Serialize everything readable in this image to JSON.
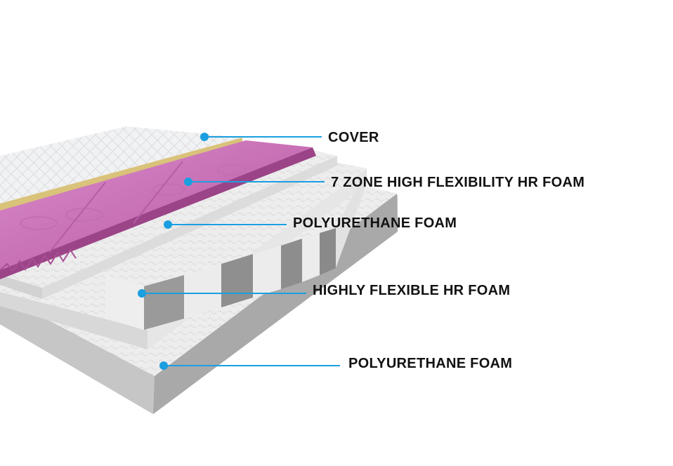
{
  "accent_color": "#1a9fe0",
  "callouts": [
    {
      "id": "cover",
      "label": "COVER"
    },
    {
      "id": "zone-foam",
      "label": "7 ZONE HIGH FLEXIBILITY HR FOAM"
    },
    {
      "id": "poly-foam-top",
      "label": "POLYURETHANE FOAM"
    },
    {
      "id": "hr-foam",
      "label": "HIGHLY FLEXIBLE HR FOAM"
    },
    {
      "id": "poly-foam-base",
      "label": "POLYURETHANE FOAM"
    }
  ]
}
